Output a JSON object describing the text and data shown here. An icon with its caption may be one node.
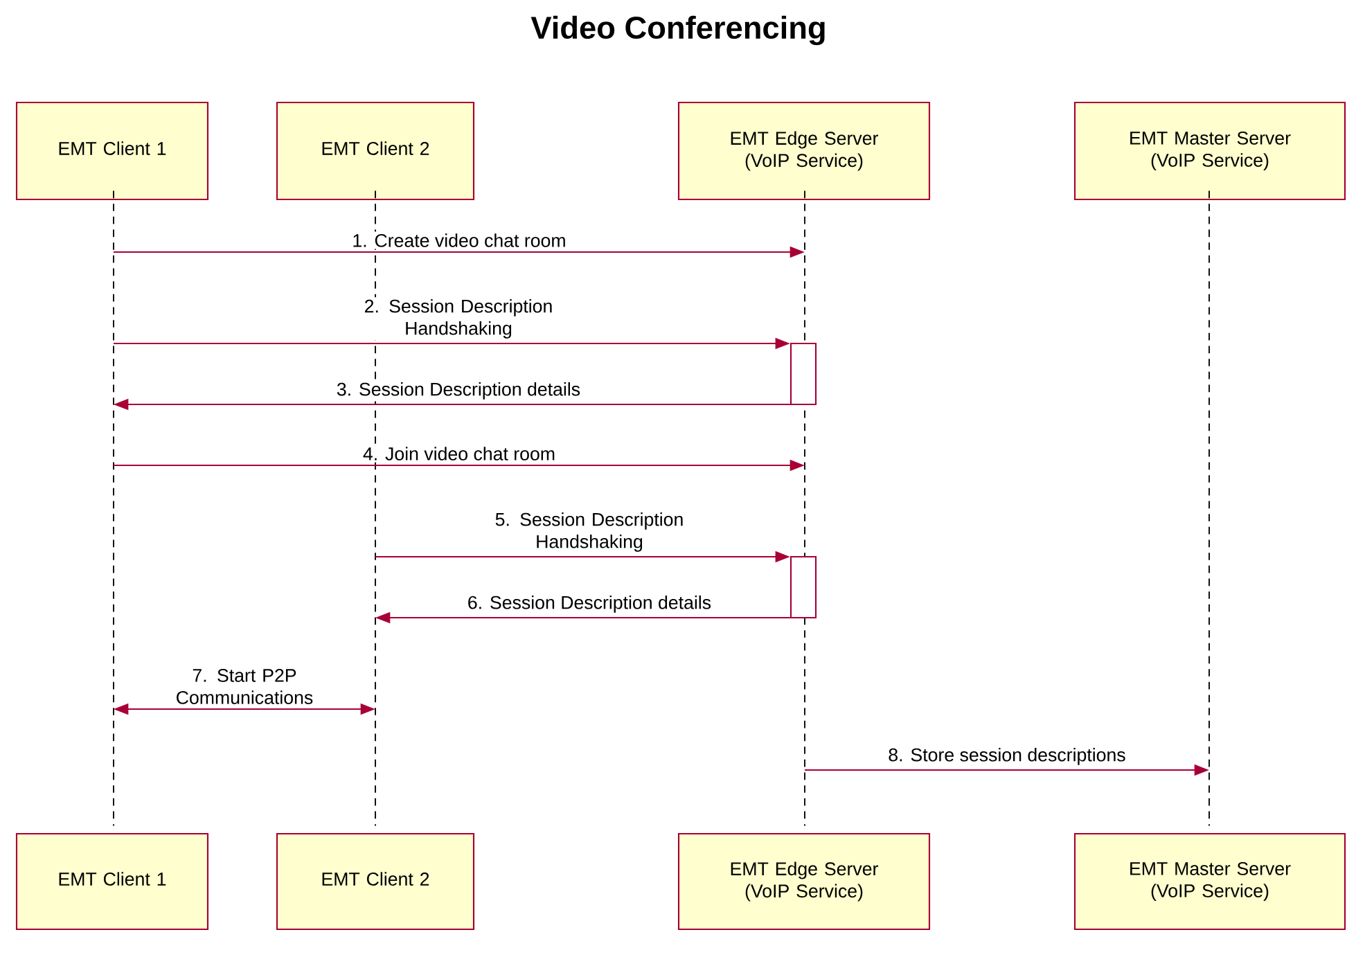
{
  "diagram": {
    "title": "Video Conferencing",
    "nodes": [
      {
        "text": [
          "EMT Client 1"
        ]
      },
      {
        "text": [
          "EMT Client 2"
        ]
      },
      {
        "text": [
          "EMT Edge Server (VoIP Service)"
        ]
      },
      {
        "text": [
          "EMT Master Server (VoIP Service)"
        ]
      },
      {
        "text": [],
        "shape": "lifeline"
      },
      {
        "text": [],
        "shape": "lifeline"
      },
      {
        "text": [],
        "shape": "lifeline"
      },
      {
        "text": [],
        "shape": "lifeline"
      },
      {
        "text": [],
        "shape": "bar"
      },
      {
        "text": [],
        "shape": "bar"
      },
      {
        "text": [
          "EMT Client 1"
        ]
      },
      {
        "text": [
          "EMT Client 2"
        ]
      },
      {
        "text": [
          "EMT Edge Server (VoIP Service)"
        ]
      },
      {
        "text": [
          "EMT Master Server (VoIP Service)"
        ]
      }
    ],
    "edges": [
      {
        "from": 4,
        "to": 6,
        "arrow": "to",
        "label": "1. Create video chat room"
      },
      {
        "from": 4,
        "to": 8,
        "arrow": "to",
        "label": "2. Session Description Handshaking"
      },
      {
        "from": 8,
        "to": 4,
        "arrow": "to",
        "label": "3. Session Description details"
      },
      {
        "from": 4,
        "to": 6,
        "arrow": "to",
        "label": "4. Join video chat room"
      },
      {
        "from": 5,
        "to": 9,
        "arrow": "to",
        "label": "5. Session Description Handshaking"
      },
      {
        "from": 9,
        "to": 5,
        "arrow": "to",
        "label": "6. Session Description details"
      },
      {
        "from": 4,
        "to": 5,
        "arrow": "both",
        "label": "7. Start P2P Communications"
      },
      {
        "from": 6,
        "to": 7,
        "arrow": "to",
        "label": "8. Store session descriptions"
      }
    ]
  }
}
